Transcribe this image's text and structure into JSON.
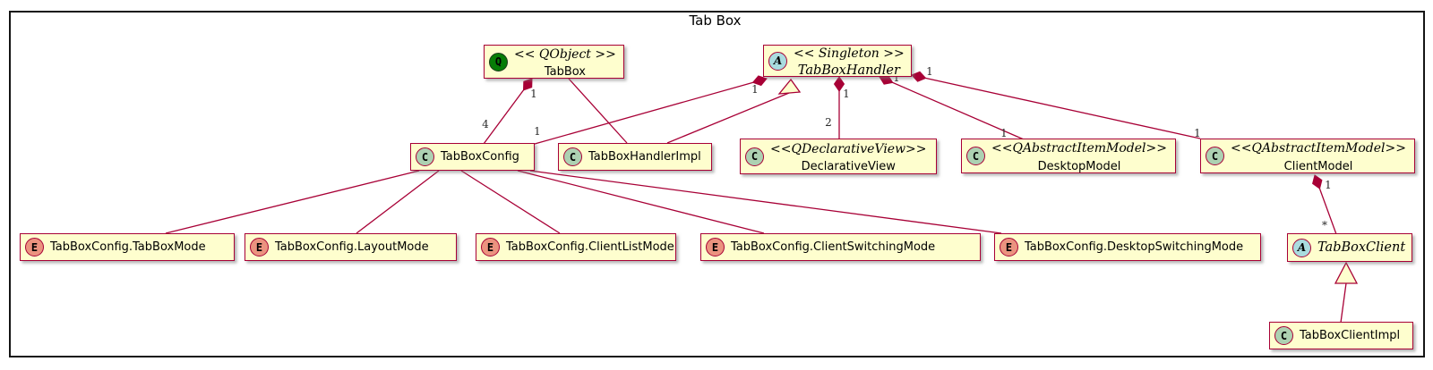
{
  "title": "Tab Box",
  "colors": {
    "box_fill": "#FEFECE",
    "box_border": "#A80036",
    "edge": "#A80036",
    "class_badge": "#ADD1B2",
    "enum_badge": "#EB937F",
    "abstract_badge": "#A9DCDF",
    "qobject_badge": "#067D06",
    "frame_border": "#141414"
  },
  "nodes": [
    {
      "badge": "Q",
      "stereotype": "<< QObject >>",
      "name": "TabBox"
    },
    {
      "badge": "A",
      "stereotype": "<< Singleton >>",
      "name": "TabBoxHandler"
    },
    {
      "badge": "C",
      "name": "TabBoxConfig"
    },
    {
      "badge": "C",
      "name": "TabBoxHandlerImpl"
    },
    {
      "badge": "C",
      "stereotype": "<<QDeclarativeView>>",
      "name": "DeclarativeView"
    },
    {
      "badge": "C",
      "stereotype": "<<QAbstractItemModel>>",
      "name": "DesktopModel"
    },
    {
      "badge": "C",
      "stereotype": "<<QAbstractItemModel>>",
      "name": "ClientModel"
    },
    {
      "badge": "E",
      "name": "TabBoxConfig.TabBoxMode"
    },
    {
      "badge": "E",
      "name": "TabBoxConfig.LayoutMode"
    },
    {
      "badge": "E",
      "name": "TabBoxConfig.ClientListMode"
    },
    {
      "badge": "E",
      "name": "TabBoxConfig.ClientSwitchingMode"
    },
    {
      "badge": "E",
      "name": "TabBoxConfig.DesktopSwitchingMode"
    },
    {
      "badge": "A",
      "name": "TabBoxClient"
    },
    {
      "badge": "C",
      "name": "TabBoxClientImpl"
    }
  ],
  "relationships": [
    {
      "from": "TabBox",
      "to": "TabBoxConfig",
      "type": "composition",
      "from_label": "1",
      "to_label": "4"
    },
    {
      "from": "TabBoxHandler",
      "to": "TabBoxConfig",
      "type": "composition",
      "from_label": "1",
      "to_label": "1"
    },
    {
      "from": "TabBoxHandlerImpl",
      "to": "TabBoxHandler",
      "type": "generalization"
    },
    {
      "from": "TabBox",
      "to": "TabBoxHandlerImpl",
      "type": "association"
    },
    {
      "from": "TabBoxHandler",
      "to": "DeclarativeView",
      "type": "composition",
      "from_label": "1",
      "to_label": "2"
    },
    {
      "from": "TabBoxHandler",
      "to": "DesktopModel",
      "type": "composition",
      "from_label": "1",
      "to_label": "1"
    },
    {
      "from": "TabBoxHandler",
      "to": "ClientModel",
      "type": "composition",
      "from_label": "1",
      "to_label": "1"
    },
    {
      "from": "ClientModel",
      "to": "TabBoxClient",
      "type": "composition",
      "from_label": "1",
      "to_label": "*"
    },
    {
      "from": "TabBoxClientImpl",
      "to": "TabBoxClient",
      "type": "generalization"
    },
    {
      "from": "TabBoxConfig",
      "to": "TabBoxConfig.TabBoxMode",
      "type": "association"
    },
    {
      "from": "TabBoxConfig",
      "to": "TabBoxConfig.LayoutMode",
      "type": "association"
    },
    {
      "from": "TabBoxConfig",
      "to": "TabBoxConfig.ClientListMode",
      "type": "association"
    },
    {
      "from": "TabBoxConfig",
      "to": "TabBoxConfig.ClientSwitchingMode",
      "type": "association"
    },
    {
      "from": "TabBoxConfig",
      "to": "TabBoxConfig.DesktopSwitchingMode",
      "type": "association"
    }
  ]
}
